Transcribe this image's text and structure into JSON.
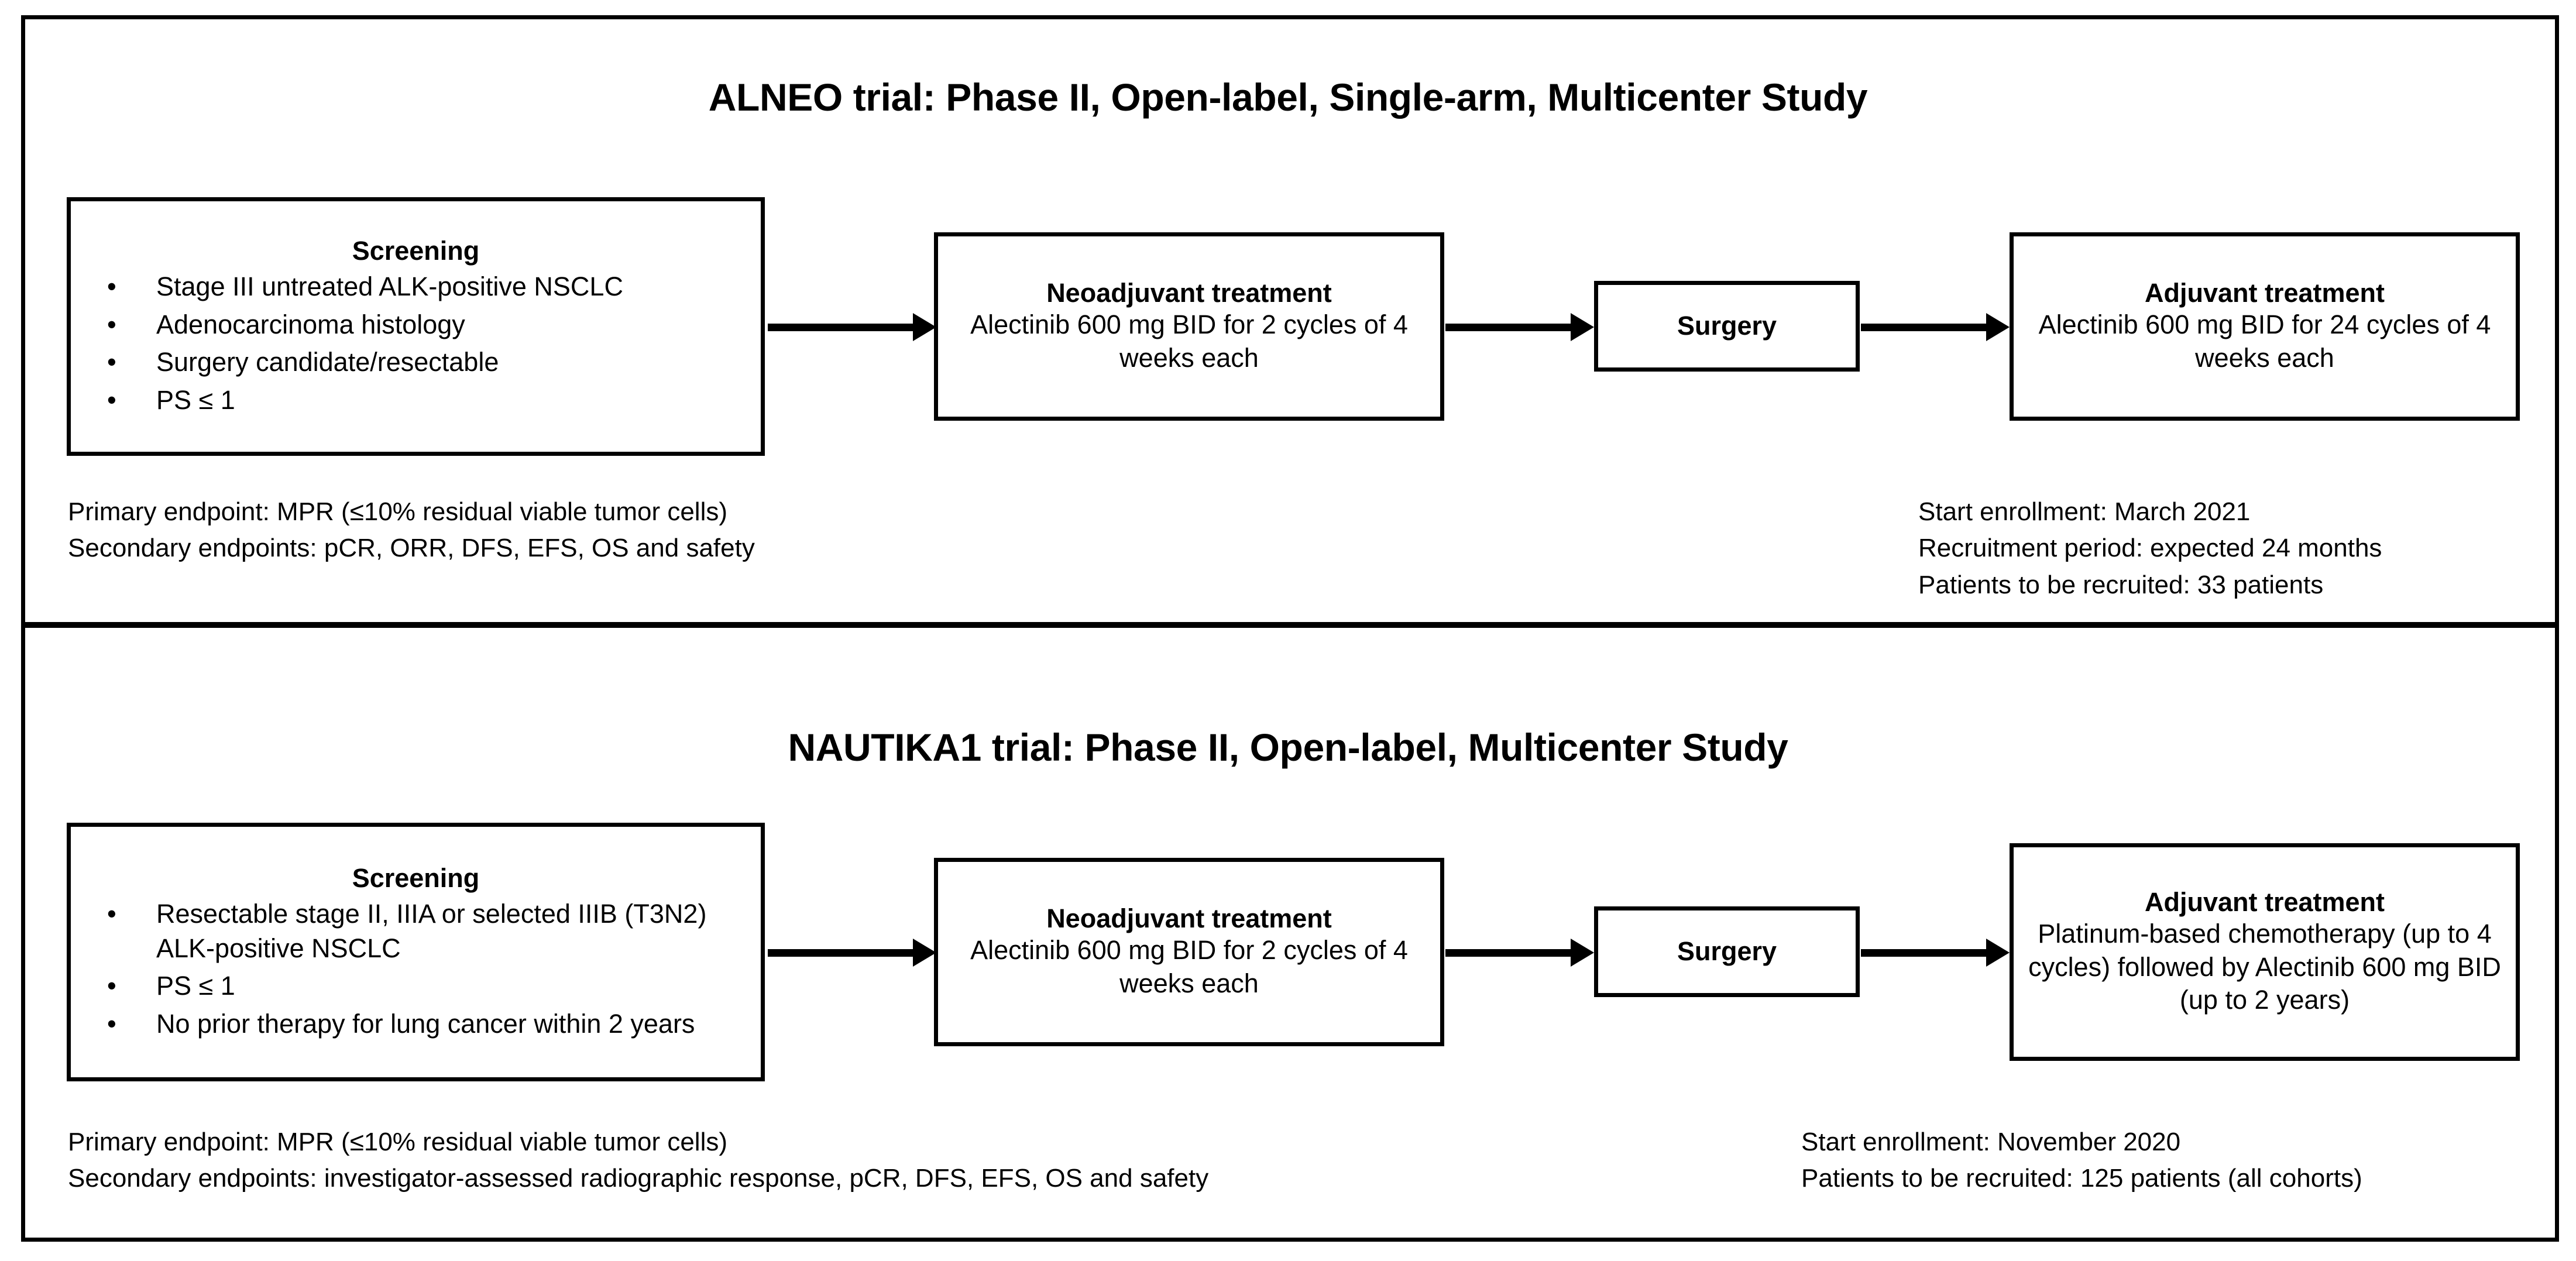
{
  "figure": {
    "panels": [
      {
        "id": "alneo",
        "title": "ALNEO trial: Phase II, Open-label, Single-arm, Multicenter Study",
        "screening": {
          "heading": "Screening",
          "bullet_glyph": "•",
          "criteria": [
            "Stage III untreated ALK-positive NSCLC",
            "Adenocarcinoma histology",
            "Surgery candidate/resectable",
            "PS ≤ 1"
          ]
        },
        "neoadjuvant": {
          "heading": "Neoadjuvant treatment",
          "body": "Alectinib 600 mg BID for 2 cycles of 4 weeks each"
        },
        "surgery": {
          "heading": "Surgery"
        },
        "adjuvant": {
          "heading": "Adjuvant treatment",
          "body": "Alectinib 600 mg BID for 24 cycles of 4 weeks each"
        },
        "endpoints": "Primary endpoint: MPR (≤10% residual viable tumor cells)\nSecondary endpoints: pCR, ORR, DFS, EFS, OS and safety",
        "enrollment": "Start enrollment: March 2021\nRecruitment period: expected 24 months\nPatients to be recruited: 33 patients"
      },
      {
        "id": "nautika1",
        "title": "NAUTIKA1 trial: Phase II, Open-label, Multicenter Study",
        "screening": {
          "heading": "Screening",
          "bullet_glyph": "•",
          "criteria": [
            "Resectable stage II, IIIA or selected IIIB (T3N2) ALK-positive NSCLC",
            "PS ≤ 1",
            "No prior therapy for lung cancer within 2 years"
          ]
        },
        "neoadjuvant": {
          "heading": "Neoadjuvant treatment",
          "body": "Alectinib 600 mg BID for 2 cycles of 4 weeks each"
        },
        "surgery": {
          "heading": "Surgery"
        },
        "adjuvant": {
          "heading": "Adjuvant treatment",
          "body": "Platinum-based chemotherapy (up to 4 cycles) followed by Alectinib 600 mg BID (up to 2 years)"
        },
        "endpoints": "Primary endpoint: MPR (≤10% residual viable tumor cells)\nSecondary endpoints: investigator-assessed radiographic response, pCR, DFS, EFS, OS and safety",
        "enrollment": "Start enrollment: November 2020\nPatients to be recruited: 125 patients (all cohorts)"
      }
    ],
    "colors": {
      "stroke": "#000000",
      "background": "#ffffff",
      "text": "#000000"
    }
  }
}
